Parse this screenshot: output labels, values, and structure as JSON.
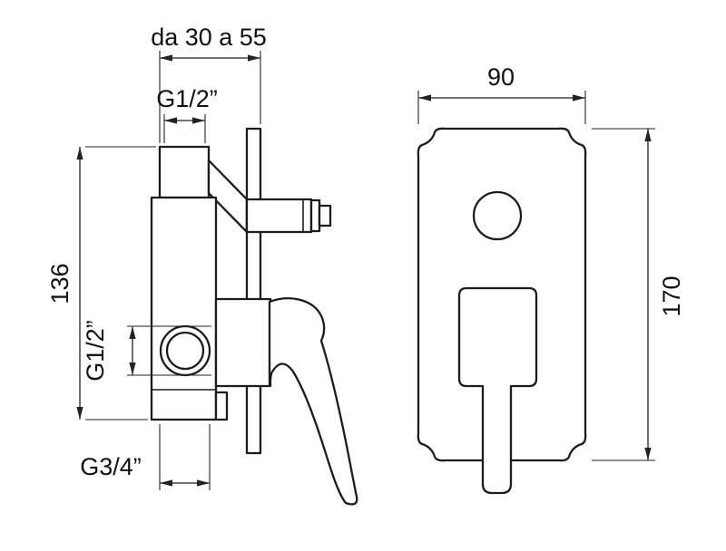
{
  "colors": {
    "background": "#ffffff",
    "outline": "#1c1c1c",
    "dimension_line": "#222222",
    "text": "#111111"
  },
  "side_view": {
    "dim_depth_range": "da 30 a 55",
    "dim_top_inlet": "G1/2”",
    "dim_height": "136",
    "dim_side_outlet": "G1/2”",
    "dim_bottom_outlet": "G3/4”"
  },
  "front_view": {
    "dim_width": "90",
    "dim_height": "170"
  }
}
